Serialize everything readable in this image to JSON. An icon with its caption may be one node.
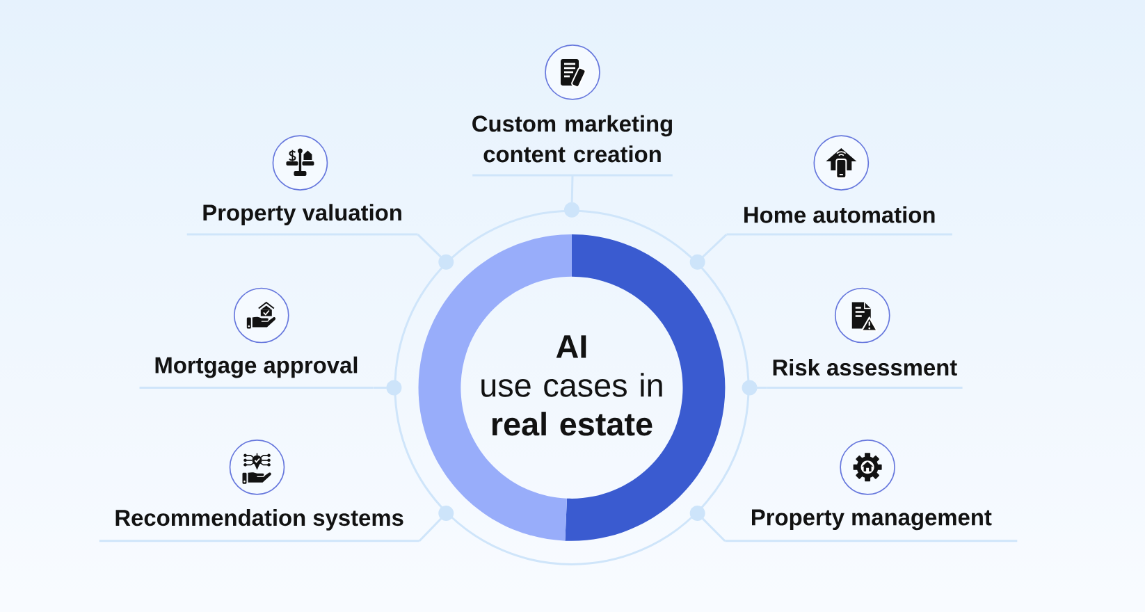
{
  "diagram": {
    "nodes": [
      {
        "text": [],
        "shape": "circle"
      },
      {
        "text": [
          "AI",
          "use cases in **real estate**"
        ],
        "in": 0
      },
      {
        "text": [
          "Custom marketing content creation"
        ]
      },
      {
        "text": [
          "Property valuation"
        ]
      },
      {
        "text": [
          "Home automation"
        ]
      },
      {
        "text": [
          "Mortgage approval"
        ]
      },
      {
        "text": [
          "Risk assessment"
        ]
      },
      {
        "text": [
          "Recommendation systems"
        ]
      },
      {
        "text": [
          "Property management"
        ]
      }
    ],
    "edges": [
      {
        "from": 2,
        "to": 0,
        "arrow": "none"
      },
      {
        "from": 3,
        "to": 0,
        "arrow": "none"
      },
      {
        "from": 4,
        "to": 0,
        "arrow": "none"
      },
      {
        "from": 5,
        "to": 0,
        "arrow": "none"
      },
      {
        "from": 6,
        "to": 0,
        "arrow": "none"
      },
      {
        "from": 7,
        "to": 0,
        "arrow": "none"
      },
      {
        "from": 8,
        "to": 0,
        "arrow": "none"
      }
    ]
  }
}
